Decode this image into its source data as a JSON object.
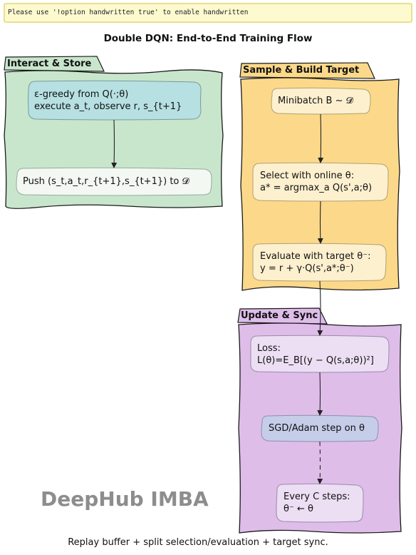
{
  "banner": "Please use '!option handwritten true' to enable handwritten",
  "title": "Double DQN: End-to-End Training Flow",
  "caption": "Replay buffer + split selection/evaluation + target sync.",
  "watermark": "DeepHub IMBA",
  "colors": {
    "interact_group": "#c8e6cc",
    "sample_group": "#fcd98a",
    "update_group": "#dfbde9",
    "teal_node": "#b7e0e2",
    "light_node": "#f3f8f3",
    "cream_node": "#fdf0cf",
    "lavender_node": "#ecdff4",
    "blue_node": "#c6cde8"
  },
  "groups": {
    "interact": "Interact & Store",
    "sample": "Sample & Build Target",
    "update": "Update & Sync"
  },
  "nodes": {
    "egreedy": {
      "line1": "ε-greedy from Q(·;θ)",
      "line2": "execute a_t, observe r, s_{t+1}"
    },
    "push": {
      "line1": "Push (s_t,a_t,r_{t+1},s_{t+1}) to 𝓓"
    },
    "minibatch": {
      "line1": "Minibatch B ~ 𝓓"
    },
    "select": {
      "line1": "Select with online θ:",
      "line2": "a* = argmax_a Q(s',a;θ)"
    },
    "evaluate": {
      "line1": "Evaluate with target θ⁻:",
      "line2": "y = r + γ·Q(s',a*;θ⁻)"
    },
    "loss": {
      "line1": "Loss:",
      "line2": "L(θ)=E_B[(y − Q(s,a;θ))²]"
    },
    "sgd": {
      "line1": "SGD/Adam step on θ"
    },
    "sync": {
      "line1": "Every C steps:",
      "line2": "θ⁻ ← θ"
    }
  }
}
